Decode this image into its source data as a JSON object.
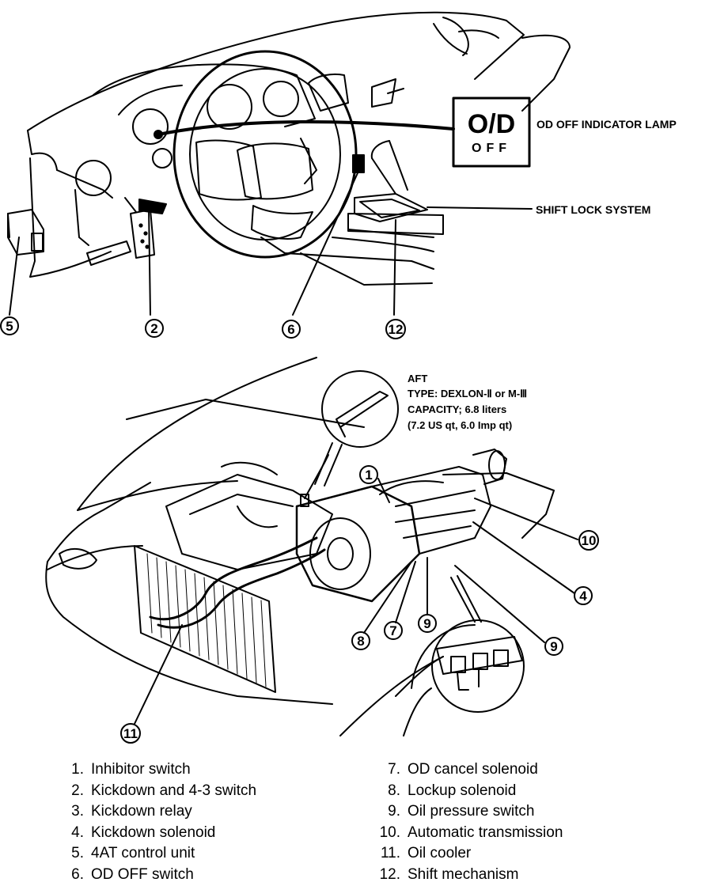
{
  "indicator": {
    "symbol": "O/D",
    "sub": "OFF"
  },
  "callouts": {
    "od_off_lamp": "OD OFF INDICATOR LAMP",
    "shift_lock": "SHIFT LOCK SYSTEM"
  },
  "fluid_note": [
    "AFT",
    "TYPE: DEXLON-Ⅱ or M-Ⅲ",
    "CAPACITY; 6.8 liters",
    "(7.2 US qt, 6.0 Imp qt)"
  ],
  "markers": {
    "m5": "5",
    "m2": "2",
    "m6": "6",
    "m12": "12",
    "m1": "1",
    "m10": "10",
    "m4": "4",
    "m9a": "9",
    "m8": "8",
    "m7": "7",
    "m9b": "9",
    "m11": "11"
  },
  "legend": {
    "left": [
      {
        "num": "1.",
        "label": "Inhibitor switch"
      },
      {
        "num": "2.",
        "label": "Kickdown and 4-3 switch"
      },
      {
        "num": "3.",
        "label": "Kickdown relay"
      },
      {
        "num": "4.",
        "label": "Kickdown solenoid"
      },
      {
        "num": "5.",
        "label": "4AT control unit"
      },
      {
        "num": "6.",
        "label": "OD OFF switch"
      }
    ],
    "right": [
      {
        "num": "7.",
        "label": "OD cancel solenoid"
      },
      {
        "num": "8.",
        "label": "Lockup solenoid"
      },
      {
        "num": "9.",
        "label": "Oil pressure switch"
      },
      {
        "num": "10.",
        "label": "Automatic transmission"
      },
      {
        "num": "11.",
        "label": "Oil cooler"
      },
      {
        "num": "12.",
        "label": "Shift mechanism"
      }
    ]
  }
}
